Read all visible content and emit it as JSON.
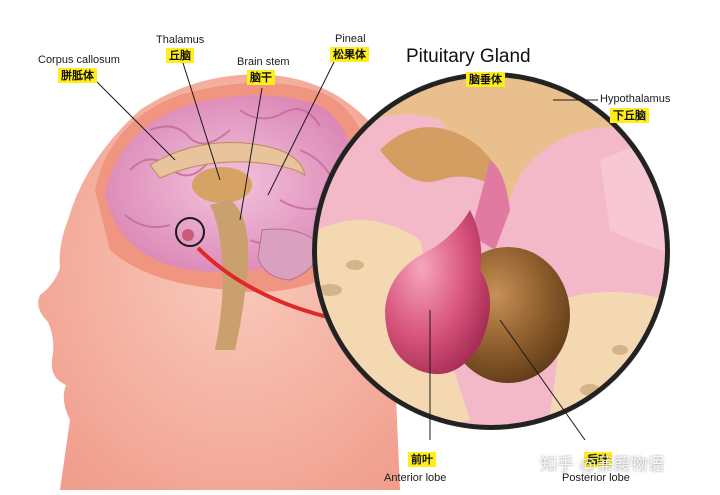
{
  "title": "Pituitary Gland",
  "title_zh": "脑垂体",
  "labels": {
    "corpus_callosum": {
      "en": "Corpus callosum",
      "zh": "胼胝体"
    },
    "thalamus": {
      "en": "Thalamus",
      "zh": "丘脑"
    },
    "brain_stem": {
      "en": "Brain stem",
      "zh": "脑干"
    },
    "pineal": {
      "en": "Pineal",
      "zh": "松果体"
    },
    "hypothalamus": {
      "en": "Hypothalamus",
      "zh": "下丘脑"
    },
    "anterior_lobe": {
      "en": "Anterior lobe",
      "zh": "前叶"
    },
    "posterior_lobe": {
      "en": "Posterior lobe",
      "zh": "后叶"
    }
  },
  "watermark": "知乎 @蒹葭物语",
  "colors": {
    "skin": "#f5b5a6",
    "brain": "#e9a9cc",
    "gland_anterior": "#d8557e",
    "gland_posterior": "#8a5a2a",
    "arrow": "#e02828",
    "label_highlight": "#ffee1a"
  }
}
